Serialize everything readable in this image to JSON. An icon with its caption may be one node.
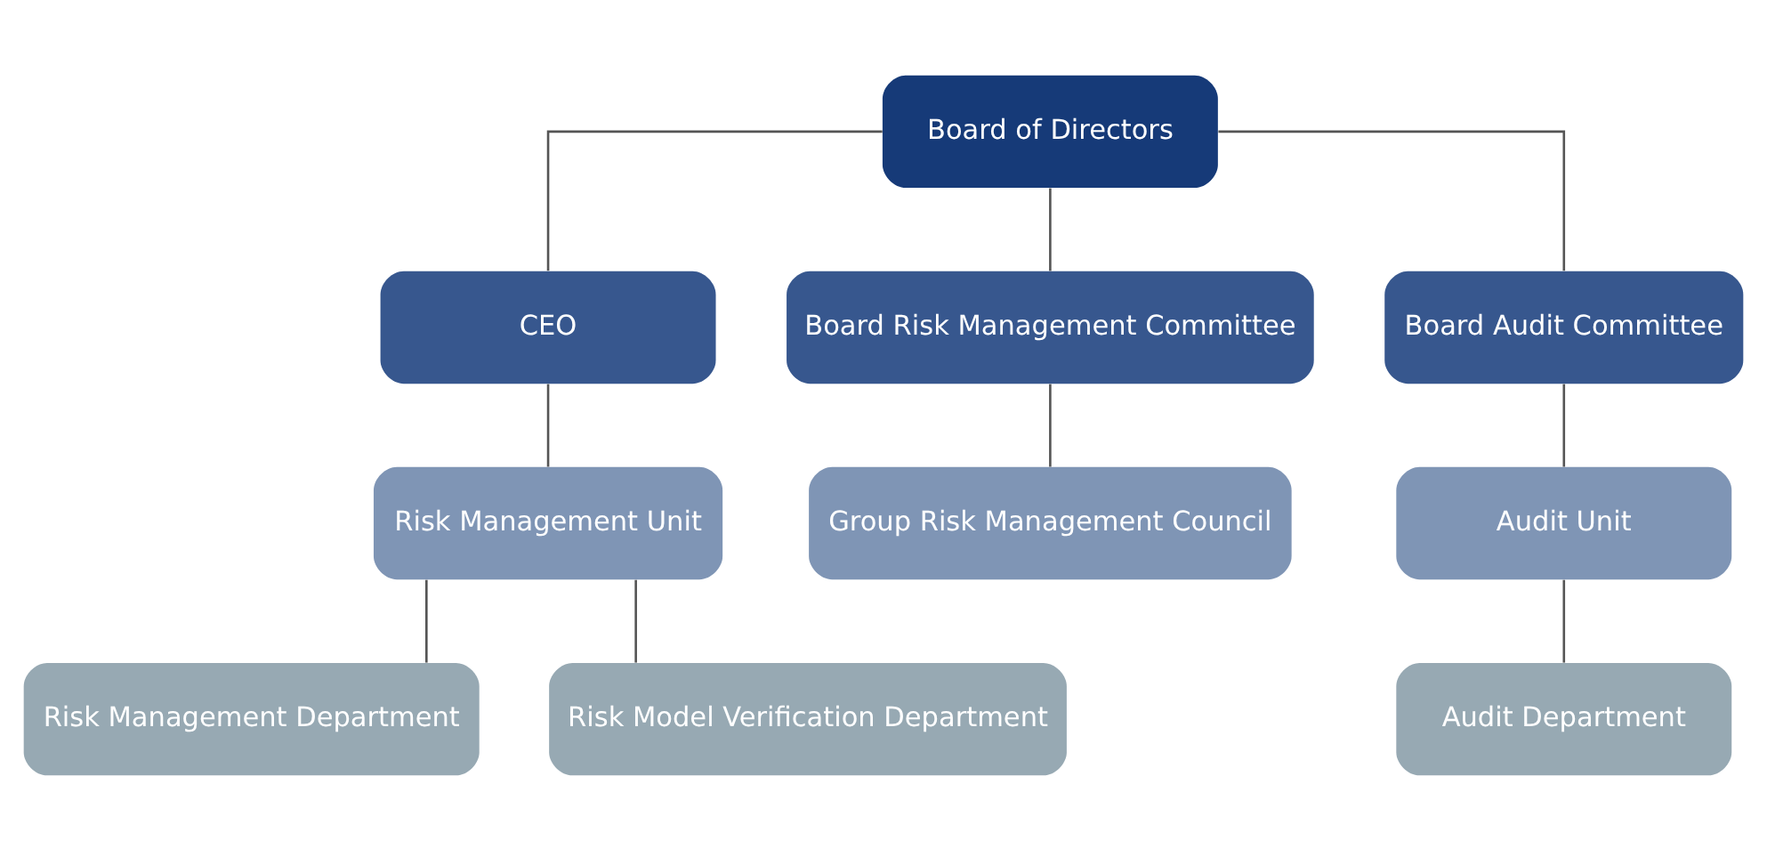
{
  "diagram": {
    "nodes": [
      {
        "text": [
          "Board of Directors"
        ]
      },
      {
        "text": [
          "CEO"
        ]
      },
      {
        "text": [
          "Board Risk Management Committee"
        ]
      },
      {
        "text": [
          "Board Audit Committee"
        ]
      },
      {
        "text": [
          "Risk Management Unit"
        ]
      },
      {
        "text": [
          "Group Risk Management Council"
        ]
      },
      {
        "text": [
          "Audit Unit"
        ]
      },
      {
        "text": [
          "Risk Management Department"
        ]
      },
      {
        "text": [
          "Risk Model Verification Department"
        ]
      },
      {
        "text": [
          "Audit Department"
        ]
      }
    ],
    "edges": [
      {
        "from": 0,
        "to": 1,
        "arrow": "none"
      },
      {
        "from": 0,
        "to": 2,
        "arrow": "none"
      },
      {
        "from": 0,
        "to": 3,
        "arrow": "none"
      },
      {
        "from": 1,
        "to": 4,
        "arrow": "none"
      },
      {
        "from": 2,
        "to": 5,
        "arrow": "none"
      },
      {
        "from": 3,
        "to": 6,
        "arrow": "none"
      },
      {
        "from": 4,
        "to": 7,
        "arrow": "none"
      },
      {
        "from": 4,
        "to": 8,
        "arrow": "none"
      },
      {
        "from": 6,
        "to": 9,
        "arrow": "none"
      }
    ]
  }
}
